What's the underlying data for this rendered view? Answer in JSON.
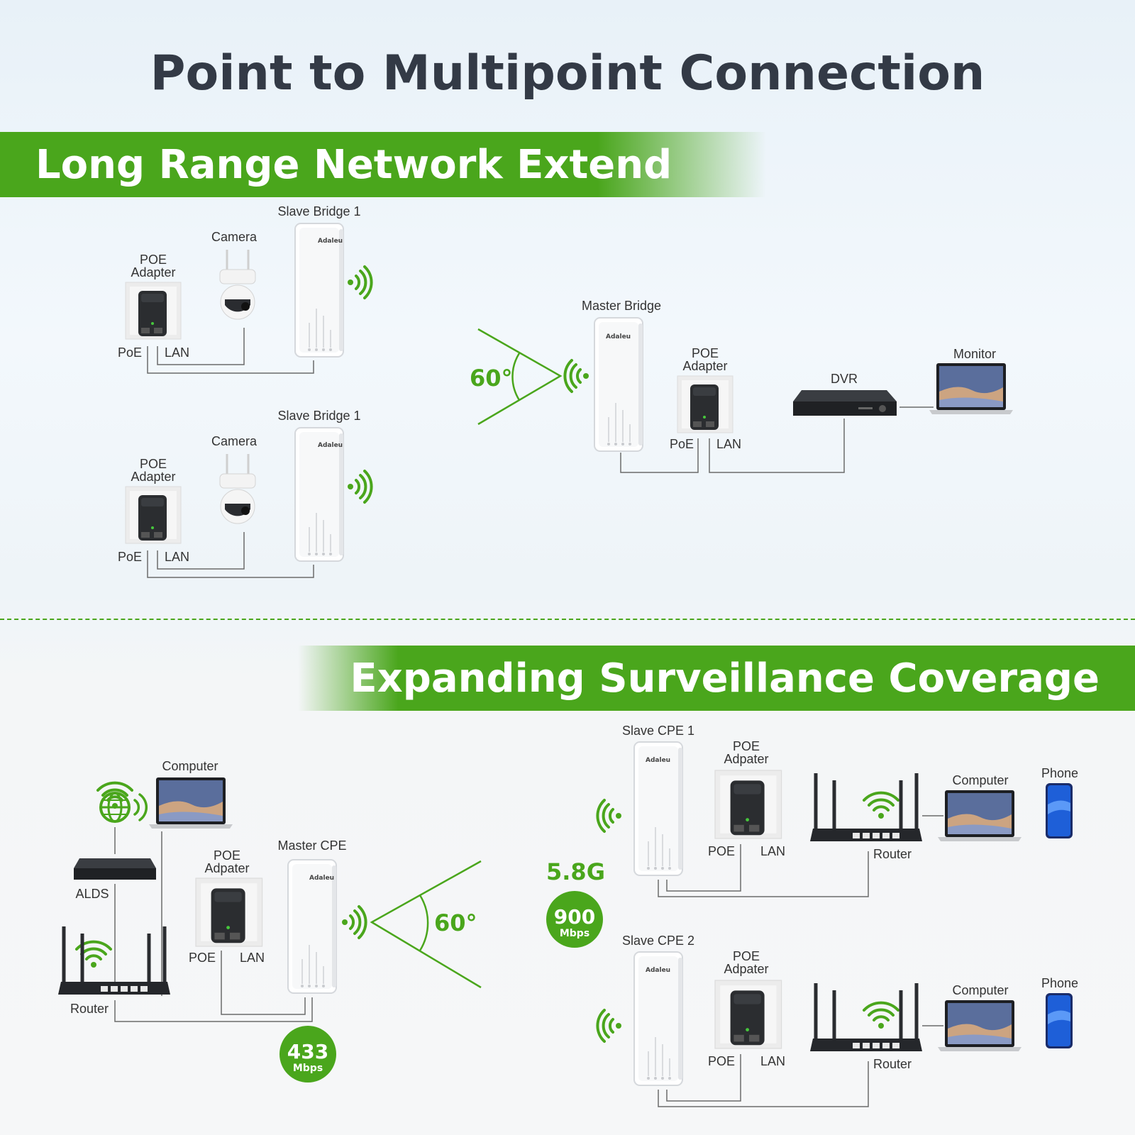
{
  "title": "Point to Multipoint Connection",
  "section1": {
    "banner": "Long Range Network Extend",
    "slave_bridge_label": "Slave Bridge 1",
    "camera_label": "Camera",
    "poe_adapter_label": "POE\nAdapter",
    "poe_adapter_line1": "POE",
    "poe_adapter_line2": "Adapter",
    "poe_port": "PoE",
    "lan_port": "LAN",
    "angle": "60°",
    "master_bridge_label": "Master Bridge",
    "dvr_label": "DVR",
    "monitor_label": "Monitor",
    "brand": "Adaleu"
  },
  "section2": {
    "banner": "Expanding Surveillance Coverage",
    "computer_label": "Computer",
    "alds_label": "ALDS",
    "router_label": "Router",
    "poe_adapter_line1": "POE",
    "poe_adapter_line2": "Adpater",
    "poe_port": "POE",
    "lan_port": "LAN",
    "master_cpe_label": "Master CPE",
    "angle": "60°",
    "speed_master": {
      "value": "433",
      "unit": "Mbps"
    },
    "frequency": "5.8G",
    "speed_slave": {
      "value": "900",
      "unit": "Mbps"
    },
    "slave_cpe_1_label": "Slave CPE 1",
    "slave_cpe_2_label": "Slave CPE 2",
    "phone_label": "Phone",
    "brand": "Adaleu"
  },
  "colors": {
    "accent": "#4aa61c",
    "title": "#333a46",
    "line": "#6b6b6b"
  }
}
